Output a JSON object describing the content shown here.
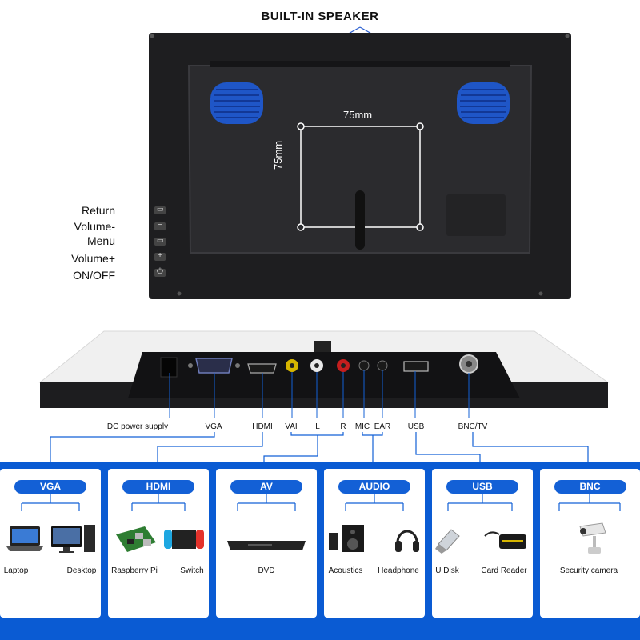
{
  "top": {
    "title": "BUILT-IN SPEAKER",
    "vesa_horizontal": "75mm",
    "vesa_vertical": "75mm"
  },
  "side_buttons": [
    {
      "label": "Return",
      "symbol": "▭"
    },
    {
      "label": "Volume-",
      "symbol": "−"
    },
    {
      "label": "Menu",
      "symbol": "▭"
    },
    {
      "label": "Volume+",
      "symbol": "+"
    },
    {
      "label": "ON/OFF",
      "symbol": "⏻"
    }
  ],
  "ports": {
    "dc": "DC power supply",
    "vga": "VGA",
    "hdmi": "HDMI",
    "vai": "VAI",
    "l": "L",
    "r": "R",
    "mic": "MIC",
    "ear": "EAR",
    "usb": "USB",
    "bnc": "BNC/TV"
  },
  "categories": [
    {
      "title": "VGA",
      "devices": [
        "Laptop",
        "Desktop"
      ]
    },
    {
      "title": "HDMI",
      "devices": [
        "Raspberry Pi",
        "Switch"
      ]
    },
    {
      "title": "AV",
      "devices": [
        "DVD"
      ]
    },
    {
      "title": "AUDIO",
      "devices": [
        "Acoustics",
        "Headphone"
      ]
    },
    {
      "title": "USB",
      "devices": [
        "U Disk",
        "Card Reader"
      ]
    },
    {
      "title": "BNC",
      "devices": [
        "Security camera"
      ]
    }
  ],
  "colors": {
    "accent_blue": "#1360d6",
    "band_blue": "#0a5bd3",
    "monitor_dark": "#1e1e20",
    "speaker_blue": "#1e5bd8"
  }
}
